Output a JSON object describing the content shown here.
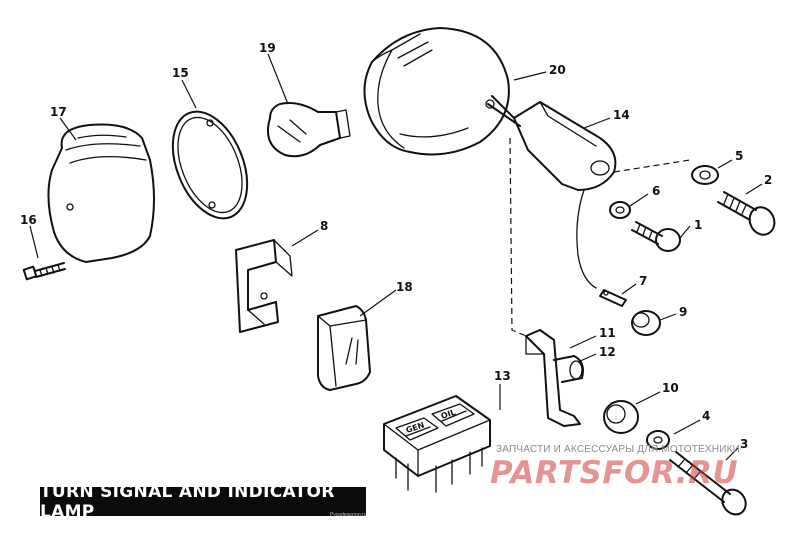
{
  "title": "TURN SIGNAL AND INDICATOR LAMP",
  "callouts": [
    {
      "id": "c1",
      "text": "1"
    },
    {
      "id": "c2",
      "text": "2"
    },
    {
      "id": "c3",
      "text": "3"
    },
    {
      "id": "c4",
      "text": "4"
    },
    {
      "id": "c5",
      "text": "5"
    },
    {
      "id": "c6",
      "text": "6"
    },
    {
      "id": "c7",
      "text": "7"
    },
    {
      "id": "c8",
      "text": "8"
    },
    {
      "id": "c9",
      "text": "9"
    },
    {
      "id": "c10",
      "text": "10"
    },
    {
      "id": "c11",
      "text": "11"
    },
    {
      "id": "c12",
      "text": "12"
    },
    {
      "id": "c13",
      "text": "13"
    },
    {
      "id": "c14",
      "text": "14"
    },
    {
      "id": "c15",
      "text": "15"
    },
    {
      "id": "c16",
      "text": "16"
    },
    {
      "id": "c17",
      "text": "17"
    },
    {
      "id": "c18",
      "text": "18"
    },
    {
      "id": "c19",
      "text": "19"
    },
    {
      "id": "c20",
      "text": "20"
    }
  ],
  "switch_labels": {
    "left": "GEN",
    "right": "OIL"
  },
  "watermark": {
    "caption": "ЗАПЧАСТИ И АКСЕССУАРЫ ДЛЯ МОТОТЕХНИКИ",
    "logo": "PARTSFOR.RU",
    "small": "Русификатор.ru"
  },
  "colors": {
    "ink": "#111111",
    "title_bg": "#0b0b0b",
    "title_fg": "#ffffff",
    "watermark_logo": "#d03c3c"
  }
}
